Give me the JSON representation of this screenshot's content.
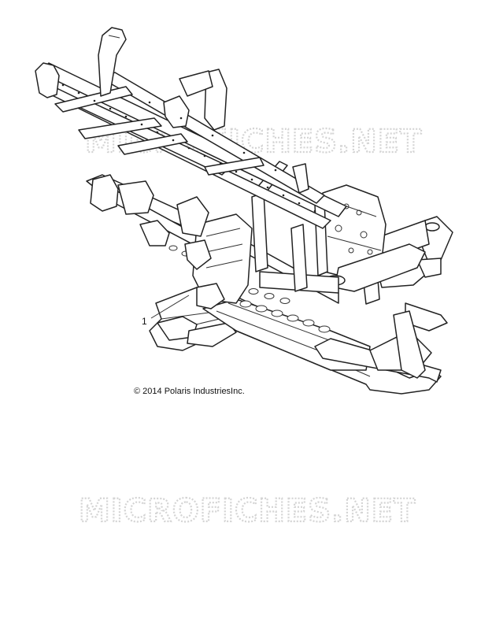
{
  "watermark": "MICROFICHES.NET",
  "callout": "1",
  "copyright": "© 2014 Polaris IndustriesInc."
}
